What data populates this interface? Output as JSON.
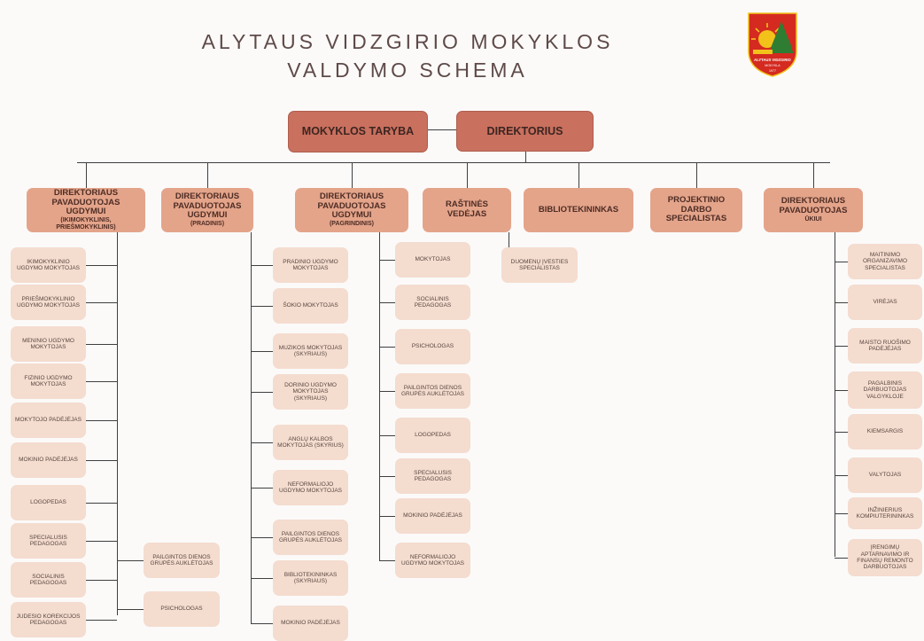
{
  "title": [
    "ALYTAUS VIDZGIRIO MOKYKLOS",
    "VALDYMO SCHEMA"
  ],
  "logo": {
    "text": [
      "ALYTAUS VIDZGIRIO",
      "MOKYKLA",
      "1977"
    ],
    "colors": {
      "shield": "#d42a20",
      "tree": "#2e7d32",
      "sun": "#f2c21b"
    }
  },
  "top": {
    "council": "MOKYKLOS TARYBA",
    "director": "DIREKTORIUS"
  },
  "level1": [
    {
      "lines": [
        "DIREKTORIAUS",
        "PAVADUOTOJAS",
        "UGDYMUI"
      ],
      "sub": [
        "(IKIMOKYKLINIS,",
        "PRIEŠMOKYKLINIS)"
      ]
    },
    {
      "lines": [
        "DIREKTORIAUS",
        "PAVADUOTOJAS",
        "UGDYMUI"
      ],
      "sub": [
        "(PRADINIS)"
      ]
    },
    {
      "lines": [
        "DIREKTORIAUS",
        "PAVADUOTOJAS",
        "UGDYMUI"
      ],
      "sub": [
        "(PAGRINDINIS)"
      ]
    },
    {
      "lines": [
        "RAŠTINĖS VEDĖJAS"
      ],
      "sub": []
    },
    {
      "lines": [
        "BIBLIOTEKININKAS"
      ],
      "sub": []
    },
    {
      "lines": [
        "PROJEKTINIO",
        "DARBO",
        "SPECIALISTAS"
      ],
      "sub": []
    },
    {
      "lines": [
        "DIREKTORIAUS",
        "PAVADUOTOJAS"
      ],
      "sub": [
        "ŪKIUI"
      ]
    }
  ],
  "col1": [
    "IKIMOKYKLINIO UGDYMO MOKYTOJAS",
    "PRIEŠMOKYKLINIO UGDYMO MOKYTOJAS",
    "MENINIO UGDYMO MOKYTOJAS",
    "FIZINIO UGDYMO MOKYTOJAS",
    "MOKYTOJO PADĖJĖJAS",
    "MOKINIO PADĖJĖJAS",
    "LOGOPEDAS",
    "SPECIALUSIS PEDAGOGAS",
    "SOCIALINIS PEDAGOGAS",
    "JUDESIO KOREKCIJOS PEDAGOGAS"
  ],
  "col1b": [
    "PAILGINTOS DIENOS GRUPĖS AUKLĖTOJAS",
    "PSICHOLOGAS"
  ],
  "col2": [
    "PRADINIO UGDYMO MOKYTOJAS",
    "ŠOKIO MOKYTOJAS",
    "MUZIKOS MOKYTOJAS (SKYRIAUS)",
    "DORINIO UGDYMO MOKYTOJAS (SKYRIAUS)",
    "ANGLŲ KALBOS MOKYTOJAS (SKYRIUS)",
    "NEFORMALIOJO UGDYMO MOKYTOJAS",
    "PAILGINTOS DIENOS GRUPĖS AUKLĖTOJAS",
    "BIBLIOTEKININKAS (SKYRIAUS)",
    "MOKINIO PADĖJĖJAS"
  ],
  "col3": [
    "MOKYTOJAS",
    "SOCIALINIS PEDAGOGAS",
    "PSICHOLOGAS",
    "PAILGINTOS DIENOS GRUPĖS AUKLĖTOJAS",
    "LOGOPEDAS",
    "SPECIALUSIS PEDAGOGAS",
    "MOKINIO PADĖJĖJAS",
    "NEFORMALIOJO UGDYMO MOKYTOJAS"
  ],
  "col4": [
    "DUOMENŲ ĮVESTIES SPECIALISTAS"
  ],
  "col5": [
    "MAITINIMO ORGANIZAVIMO SPECIALISTAS",
    "VIRĖJAS",
    "MAISTO RUOŠIMO PADĖJĖJAS",
    "PAGALBINIS DARBUOTOJAS VALGYKLOJE",
    "KIEMSARGIS",
    "VALYTOJAS",
    "INŽINIERIUS KOMPIUTERININKAS",
    "ĮRENGIMŲ APTARNAVIMO IR FINANSŲ REMONTO DARBUOTOJAS"
  ]
}
